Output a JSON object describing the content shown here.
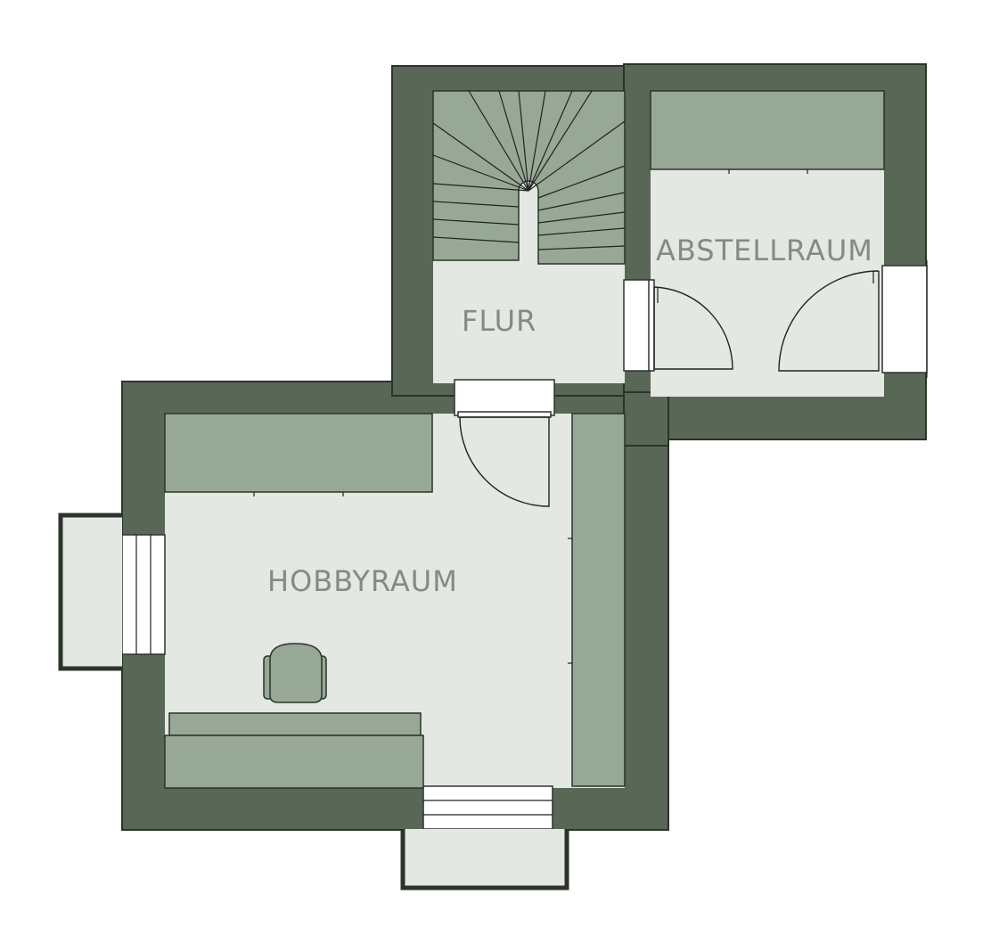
{
  "rooms": {
    "flur": "FLUR",
    "abstellraum": "ABSTELLRAUM",
    "hobbyraum": "HOBBYRAUM"
  },
  "colors": {
    "wall": "#586756",
    "floor": "#e3e8e3",
    "furniture": "#98a896",
    "label": "#868986",
    "line": "#1e241e"
  }
}
